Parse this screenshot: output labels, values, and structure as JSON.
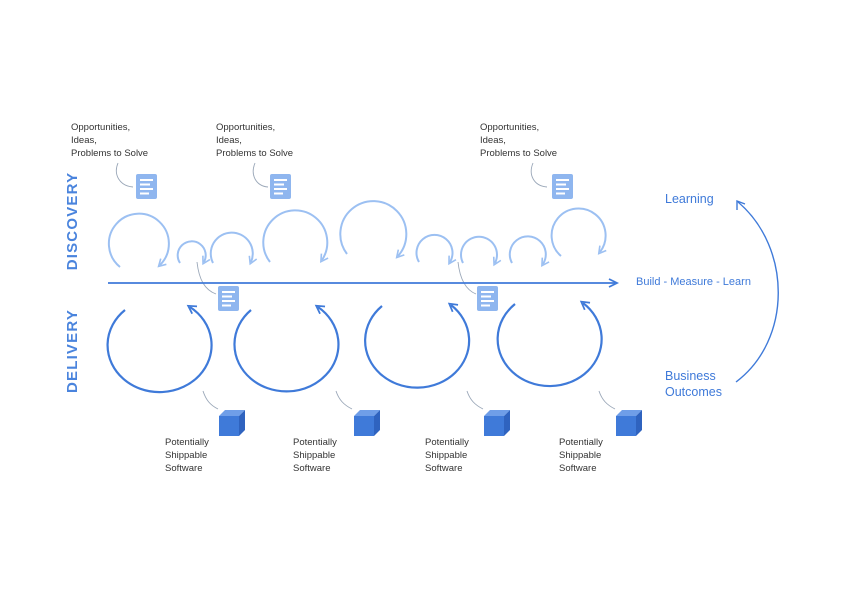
{
  "colors": {
    "discovery": "#9cc0f2",
    "delivery": "#3f7ad9",
    "axis": "#3f7ad9",
    "doc_icon": "#8fb6ef",
    "cube_front": "#3f7ad9",
    "cube_top": "#6f9ee8",
    "connector": "#9aa7b8",
    "text_dark": "#333333"
  },
  "labels": {
    "discovery": "DISCOVERY",
    "delivery": "DELIVERY",
    "learning": "Learning",
    "build_measure_learn": "Build - Measure - Learn",
    "business_outcomes": [
      "Business",
      "Outcomes"
    ]
  },
  "opportunity_notes": [
    [
      "Opportunities,",
      "Ideas,",
      "Problems to Solve"
    ],
    [
      "Opportunities,",
      "Ideas,",
      "Problems to Solve"
    ],
    [
      "Opportunities,",
      "Ideas,",
      "Problems to Solve"
    ]
  ],
  "software_notes": [
    [
      "Potentially",
      "Shippable",
      "Software"
    ],
    [
      "Potentially",
      "Shippable",
      "Software"
    ],
    [
      "Potentially",
      "Shippable",
      "Software"
    ],
    [
      "Potentially",
      "Shippable",
      "Software"
    ]
  ],
  "icons": {
    "document": "document-icon",
    "cube": "cube-icon"
  }
}
